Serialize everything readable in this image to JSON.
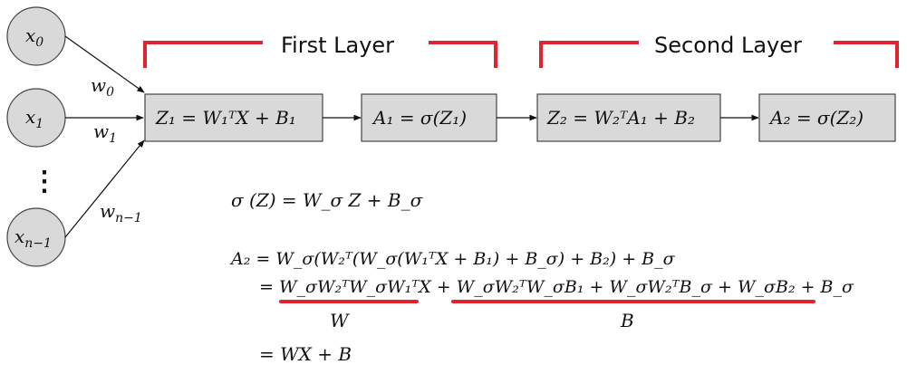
{
  "colors": {
    "node_fill": "#d9d9d9",
    "box_fill": "#d9d9d9",
    "outline": "#444444",
    "bracket_red": "#e0242f"
  },
  "layers": {
    "first_title": "First Layer",
    "second_title": "Second Layer"
  },
  "inputs": {
    "x0": [
      "x",
      "0"
    ],
    "x1": [
      "x",
      "1"
    ],
    "ellipsis": "⋮",
    "xn1": [
      "x",
      "n−1"
    ]
  },
  "weights": {
    "w0": [
      "w",
      "0"
    ],
    "w1": [
      "w",
      "1"
    ],
    "wn1": [
      "w",
      "n−1"
    ]
  },
  "boxes": {
    "z1": "Z₁ = W₁ᵀX + B₁",
    "a1": "A₁ = σ(Z₁)",
    "z2": "Z₂ = W₂ᵀA₁ + B₂",
    "a2": "A₂ = σ(Z₂)"
  },
  "equations": {
    "sigma_def": "σ (Z) = W_σ Z + B_σ",
    "a2_line1": "A₂ = W_σ(W₂ᵀ(W_σ(W₁ᵀX + B₁) + B_σ) + B₂) + B_σ",
    "a2_line2": "= W_σW₂ᵀW_σW₁ᵀX + W_σW₂ᵀW_σB₁ + W_σW₂ᵀB_σ + W_σB₂ + B_σ",
    "label_w": "W",
    "label_b": "B",
    "final": "= WX + B"
  }
}
